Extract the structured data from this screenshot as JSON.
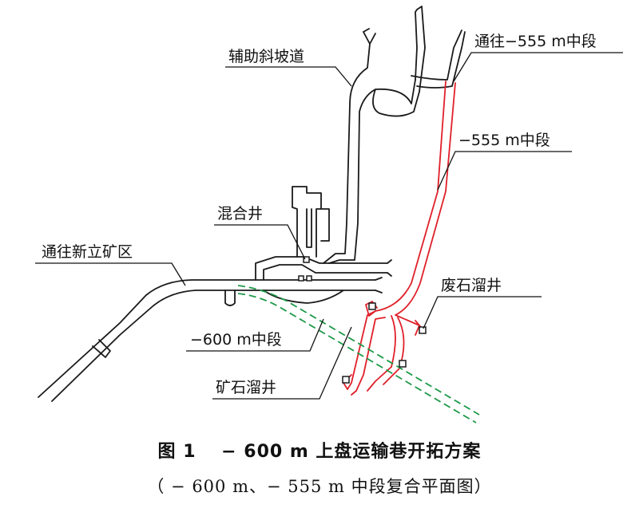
{
  "labels": {
    "ramp": "辅助斜坡道",
    "to_555": "通往−555 m中段",
    "level_555": "−555 m中段",
    "mixed_shaft": "混合井",
    "to_xinli": "通往新立矿区",
    "waste_pass": "废石溜井",
    "level_600": "−600 m中段",
    "ore_pass": "矿石溜井"
  },
  "caption": {
    "title": "图 1　 − 600  m 上盘运输巷开拓方案",
    "subtitle": "（ − 600  m、− 555  m 中段复合平面图）"
  },
  "colors": {
    "existing_tunnel": "#1a1a1a",
    "level_555_tunnel": "#e0202a",
    "level_600_tunnel": "#1e9a4a"
  }
}
